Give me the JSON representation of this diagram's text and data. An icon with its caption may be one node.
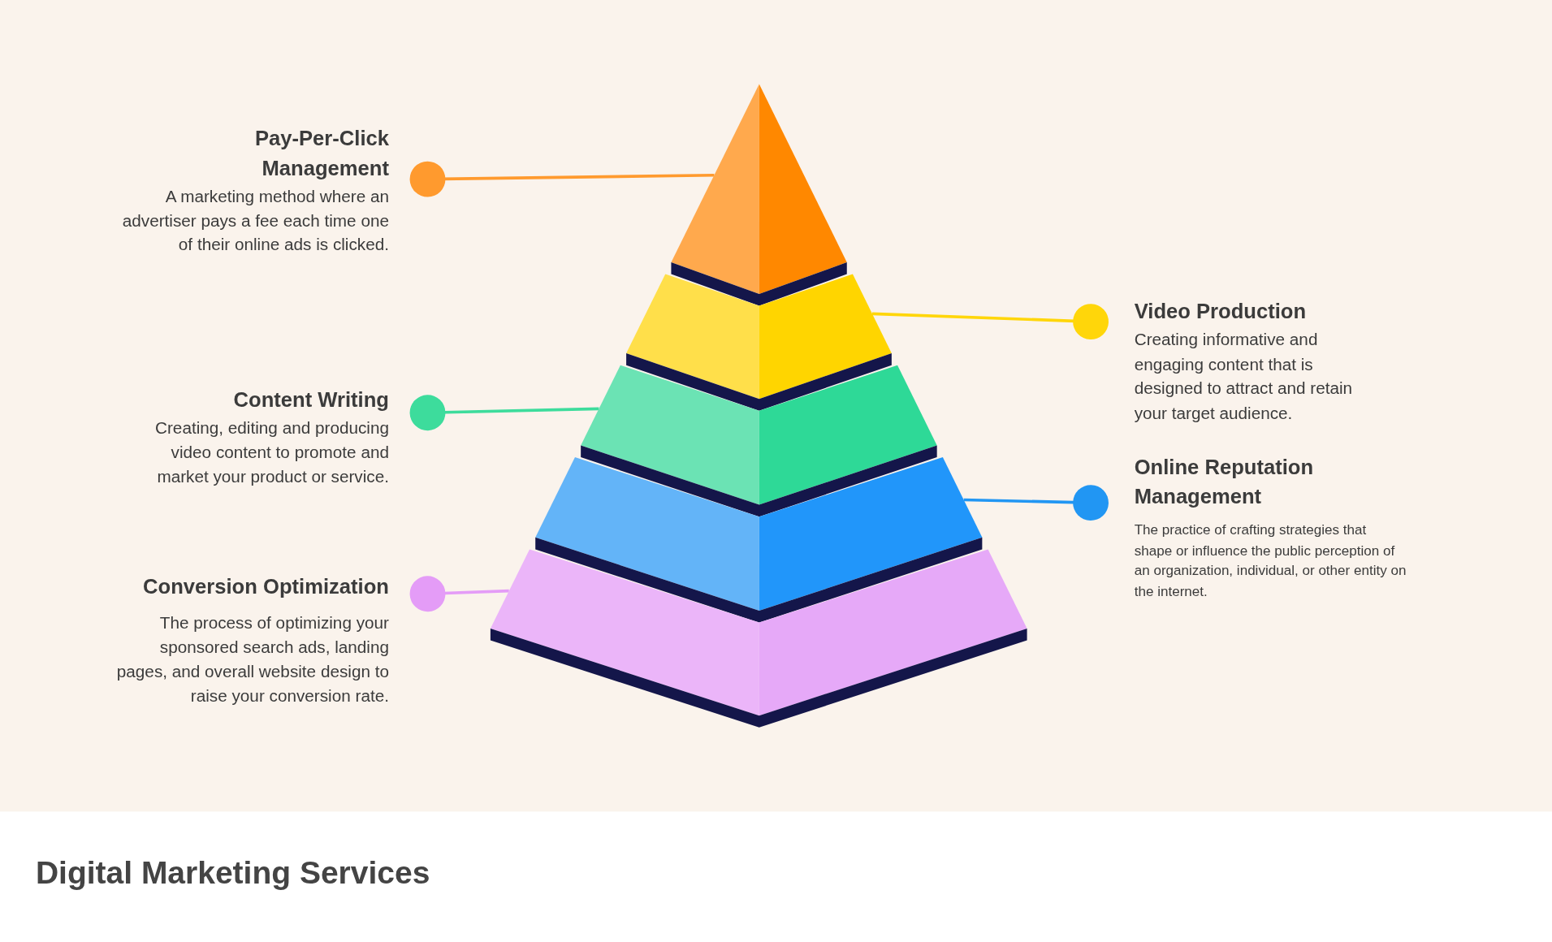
{
  "diagram": {
    "title": "Digital Marketing Services",
    "nodes": [
      {
        "text": [],
        "shape": "triangle"
      },
      {
        "text": [],
        "shape": "trapezoid"
      },
      {
        "text": [],
        "shape": "trapezoid"
      },
      {
        "text": [],
        "shape": "trapezoid"
      },
      {
        "text": [],
        "shape": "trapezoid"
      },
      {
        "text": [
          "Pay-Per-Click Management",
          "A marketing method where an advertiser pays a fee each time one of their online ads is clicked."
        ]
      },
      {
        "text": [
          "Video Production",
          "Creating informative and engaging content that is designed to attract and retain your target audience."
        ]
      },
      {
        "text": [
          "Content Writing",
          "Creating, editing and producing video content to promote and market your product or service."
        ]
      },
      {
        "text": [
          "Online Reputation Management",
          "The practice of crafting strategies that shape or influence the public perception of an organization, individual, or other entity on the internet."
        ]
      },
      {
        "text": [
          "Conversion Optimization",
          "The process of optimizing your sponsored search ads, landing pages, and overall website design to raise your conversion rate."
        ]
      }
    ],
    "edges": [
      {
        "from": 5,
        "to": 0,
        "arrow": "other",
        "color": "#ff9a2e"
      },
      {
        "from": 6,
        "to": 1,
        "arrow": "other",
        "color": "#ffd60a"
      },
      {
        "from": 7,
        "to": 2,
        "arrow": "other",
        "color": "#3ddc9c"
      },
      {
        "from": 8,
        "to": 3,
        "arrow": "other",
        "color": "#2196f3"
      },
      {
        "from": 9,
        "to": 4,
        "arrow": "other",
        "color": "#e49cf7"
      }
    ]
  }
}
